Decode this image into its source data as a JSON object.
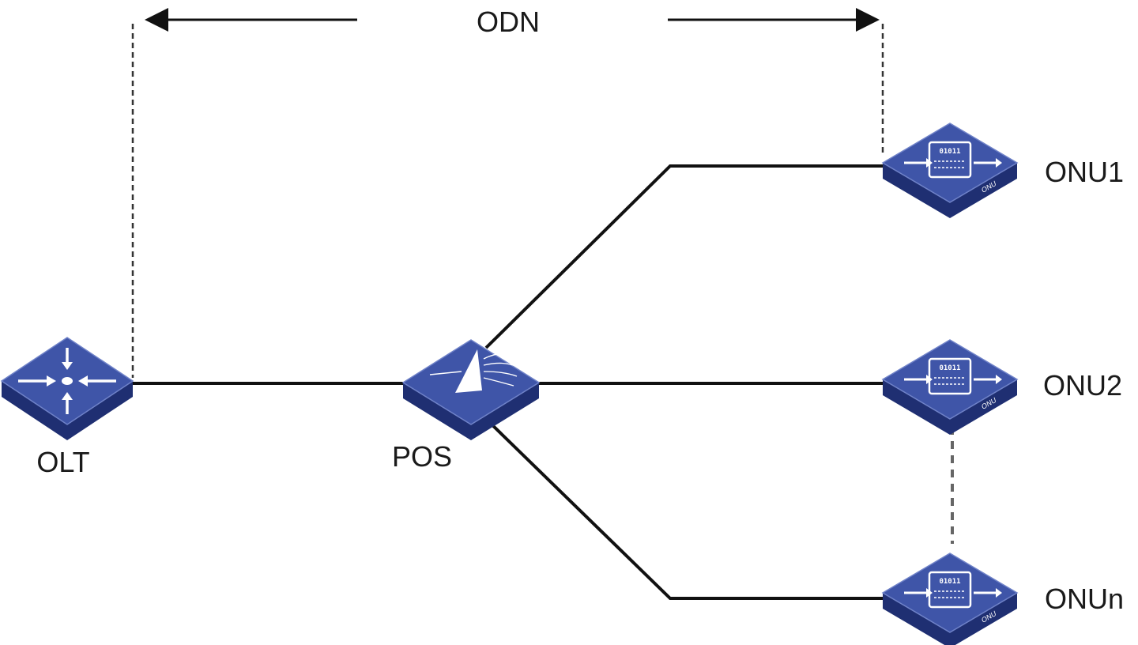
{
  "labels": {
    "odn": "ODN",
    "olt": "OLT",
    "pos": "POS",
    "onu1": "ONU1",
    "onu2": "ONU2",
    "onun": "ONUn"
  },
  "device_tag": "ONU",
  "device_bits": "01011",
  "icons": {
    "olt": "olt-switch-icon",
    "pos": "optical-splitter-icon",
    "onu": "onu-device-icon"
  },
  "colors": {
    "device_top": "#3f55a8",
    "device_side": "#1f2f72",
    "line": "#111111",
    "label": "#1a1a1a"
  }
}
